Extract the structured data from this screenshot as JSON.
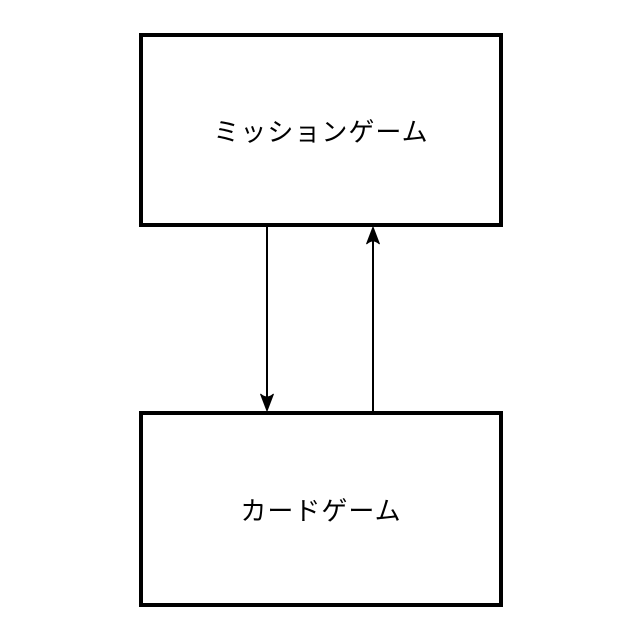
{
  "diagram": {
    "background_color": "#ffffff",
    "line_color": "#000000",
    "nodes": [
      {
        "id": "mission-game",
        "label": "ミッションゲーム"
      },
      {
        "id": "card-game",
        "label": "カードゲーム"
      }
    ],
    "edges": [
      {
        "from": "mission-game",
        "to": "card-game",
        "direction": "down"
      },
      {
        "from": "card-game",
        "to": "mission-game",
        "direction": "up"
      }
    ]
  }
}
